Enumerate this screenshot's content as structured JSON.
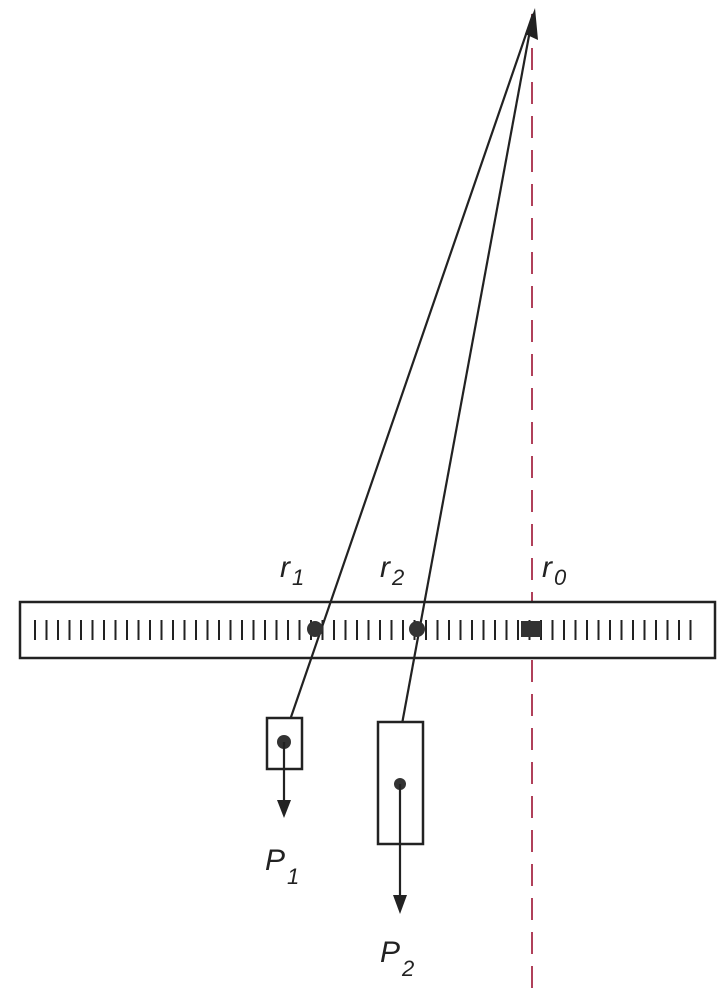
{
  "labels": {
    "r1": {
      "main": "r",
      "sub": "1"
    },
    "r2": {
      "main": "r",
      "sub": "2"
    },
    "r0": {
      "main": "r",
      "sub": "0"
    },
    "p1": {
      "main": "P",
      "sub": "1"
    },
    "p2": {
      "main": "P",
      "sub": "2"
    }
  },
  "colors": {
    "line": "#222222",
    "dashed_axis": "#b0405a",
    "background": "#ffffff"
  }
}
